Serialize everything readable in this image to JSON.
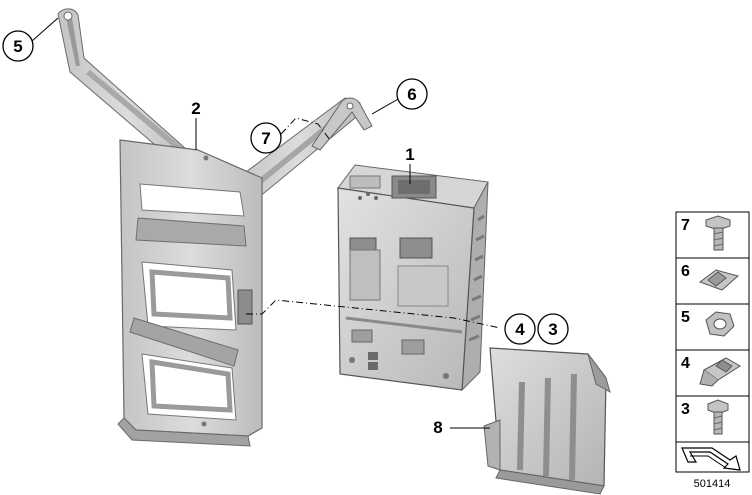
{
  "diagram": {
    "diagram_id": "501414",
    "callouts": [
      {
        "id": "c5",
        "label": "5",
        "circled": true
      },
      {
        "id": "c2",
        "label": "2",
        "circled": false
      },
      {
        "id": "c7",
        "label": "7",
        "circled": true
      },
      {
        "id": "c6",
        "label": "6",
        "circled": true
      },
      {
        "id": "c1",
        "label": "1",
        "circled": false
      },
      {
        "id": "c4",
        "label": "4",
        "circled": true
      },
      {
        "id": "c3",
        "label": "3",
        "circled": true
      },
      {
        "id": "c8",
        "label": "8",
        "circled": false
      }
    ],
    "legend": [
      {
        "label": "7",
        "icon": "bolt-icon"
      },
      {
        "label": "6",
        "icon": "spring-nut-icon"
      },
      {
        "label": "5",
        "icon": "hex-nut-icon"
      },
      {
        "label": "4",
        "icon": "clip-nut-icon"
      },
      {
        "label": "3",
        "icon": "screw-icon"
      },
      {
        "label": "",
        "icon": "arrow-icon"
      }
    ],
    "colors": {
      "part_fill": "#d2d2d2",
      "part_shade": "#aaaaaa",
      "part_dark": "#8a8a8a",
      "outline": "#555555",
      "legend_border": "#000000"
    }
  }
}
